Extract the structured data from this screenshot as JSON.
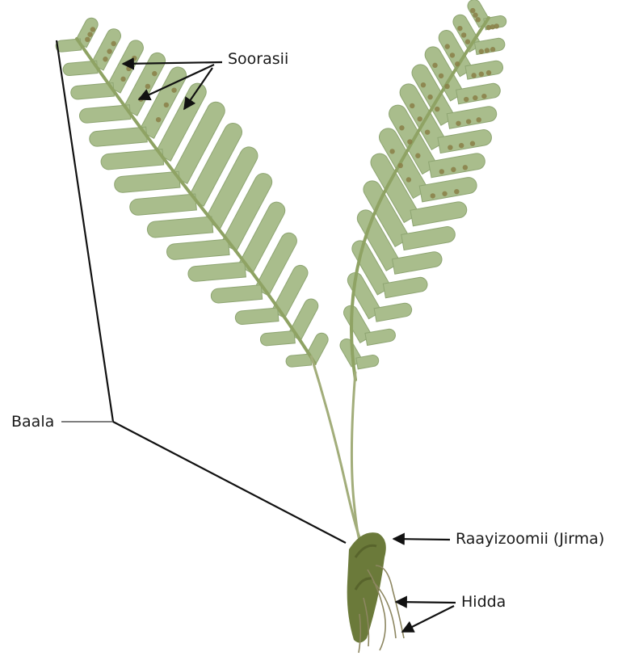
{
  "labels": {
    "sori": "Soorasii",
    "frond": "Baala",
    "rhizome": "Raayizoomii (Jirma)",
    "roots": "Hidda"
  },
  "colors": {
    "pinna": "#a9bd8c",
    "pinna_edge": "#8ea572",
    "rachis": "#8fa364",
    "sorus": "#8a7f47",
    "rhizome": "#6b7a3a",
    "root": "#8c8660",
    "line": "#111111"
  }
}
